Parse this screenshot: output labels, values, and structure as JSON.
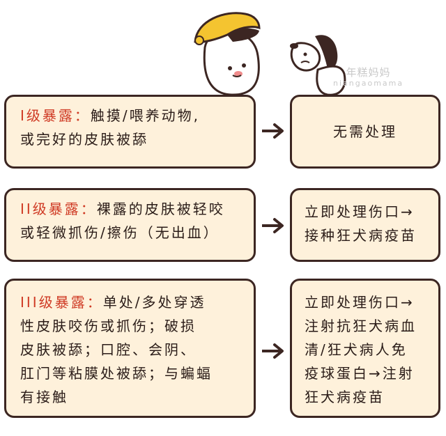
{
  "rows": [
    {
      "level": "I级暴露：",
      "lines": [
        "触摸/喂养动物,",
        "或完好的皮肤被舔"
      ],
      "action_lines": [
        "无需处理"
      ]
    },
    {
      "level": "II级暴露：",
      "lines": [
        "裸露的皮肤被轻咬",
        "或轻微抓伤/擦伤（无出血）"
      ],
      "action_lines": [
        "立即处理伤口→",
        "接种狂犬病疫苗"
      ]
    },
    {
      "level": "III级暴露：",
      "lines": [
        "单处/多处穿透",
        "性皮肤咬伤或抓伤；破损",
        "皮肤被舔；口腔、会阴、",
        "肛门等粘膜处被舔；与蝙蝠",
        "有接触"
      ],
      "action_lines": [
        "立即处理伤口→",
        "注射抗狂犬病血",
        "清/狂犬病人免",
        "疫球蛋白→注射",
        "狂犬病疫苗"
      ]
    }
  ],
  "watermark": {
    "cn": "年糕妈妈",
    "en": "niangaomama"
  },
  "colors": {
    "box_fill": "#fef1db",
    "border": "#3c2622",
    "level_text": "#cf3a24"
  }
}
